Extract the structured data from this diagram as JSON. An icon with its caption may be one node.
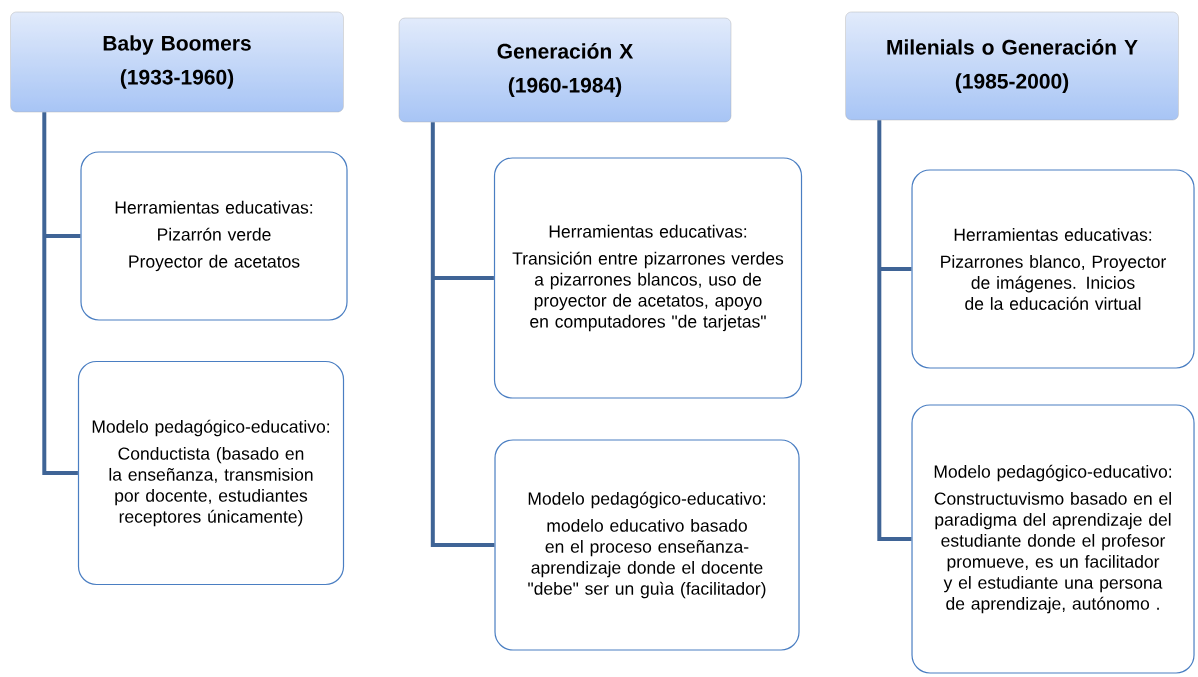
{
  "diagram": {
    "nodes": [
      {
        "text": [
          "Baby Boomers",
          "(1933-1960)"
        ]
      },
      {
        "text": [
          "Herramientas educativas:",
          "Pizarrón verde",
          "Proyector de acetatos"
        ]
      },
      {
        "text": [
          "Modelo pedagógico-educativo:",
          "Conductista (basado en la enseñanza, transmision  por docente, estudiantes receptores únicamente)"
        ]
      },
      {
        "text": [
          "Generación X",
          "(1960-1984)"
        ]
      },
      {
        "text": [
          "Herramientas educativas:",
          "Transición entre pizarrones verdes a pizarrones blancos, uso de proyector de acetatos, apoyo en computadores \"de tarjetas\""
        ]
      },
      {
        "text": [
          "Modelo pedagógico-educativo:",
          "modelo educativo basado en el proceso enseñanza-aprendizaje donde el docente \"debe\" ser un guìa (facilitador)"
        ]
      },
      {
        "text": [
          "Milenials o Generación Y",
          "(1985-2000)"
        ]
      },
      {
        "text": [
          "Herramientas educativas:",
          "Pizarrones blanco, Proyector de imágenes. Inicios de la educación virtual"
        ]
      },
      {
        "text": [
          "Modelo pedagógico-educativo:",
          "Constructuvismo basado en el paradigma del aprendizaje del estudiante donde el profesor promueve, es un facilitador y el estudiante una persona de aprendizaje, autónomo ."
        ]
      }
    ],
    "edges": [
      {
        "from": 0,
        "to": 1,
        "arrow": "none"
      },
      {
        "from": 0,
        "to": 2,
        "arrow": "none"
      },
      {
        "from": 3,
        "to": 4,
        "arrow": "none"
      },
      {
        "from": 3,
        "to": 5,
        "arrow": "none"
      },
      {
        "from": 6,
        "to": 7,
        "arrow": "none"
      },
      {
        "from": 6,
        "to": 8,
        "arrow": "none"
      }
    ]
  }
}
